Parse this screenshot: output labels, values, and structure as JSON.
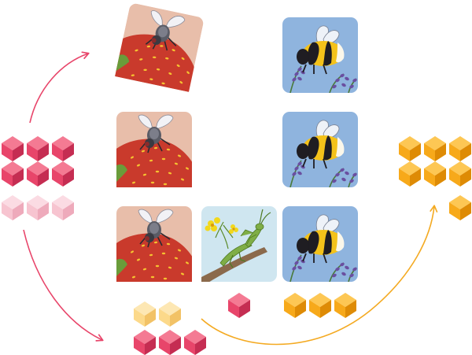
{
  "colors": {
    "pink_cube": "#e8456a",
    "pink_cube_top": "#f47a93",
    "pink_cube_side": "#c52d52",
    "light_pink_cube": "#f7c4d0",
    "light_pink_cube_top": "#fbdbe3",
    "light_pink_cube_side": "#eeaabb",
    "orange_cube": "#f7a91a",
    "orange_cube_top": "#fdc754",
    "orange_cube_side": "#de8b05",
    "pale_orange_cube": "#fcd98a",
    "pale_orange_cube_top": "#fde7b3",
    "pale_orange_cube_side": "#f2c266",
    "pink_arrow": "#e8456a",
    "orange_arrow": "#f4aa22",
    "fly_card_bg": "#e8beaa",
    "strawberry_red": "#c93a2c",
    "strawberry_seed": "#f5c230",
    "bee_card_bg": "#8fb4de",
    "lavender": "#6a4fa0",
    "mantis_card_bg": "#cfe6f0",
    "mantis_green": "#7fae46",
    "flower_yellow": "#f2d81c"
  },
  "cards": [
    {
      "name": "fly-on-strawberry-card-tilted",
      "icon": "fly-icon"
    },
    {
      "name": "bumblebee-on-lavender-card-top",
      "icon": "bumblebee-icon"
    },
    {
      "name": "fly-on-strawberry-card-middle",
      "icon": "fly-icon"
    },
    {
      "name": "bumblebee-on-lavender-card-middle",
      "icon": "bumblebee-icon"
    },
    {
      "name": "fly-on-strawberry-card-bottom",
      "icon": "fly-icon"
    },
    {
      "name": "mantis-on-flower-card",
      "icon": "mantis-icon"
    },
    {
      "name": "bumblebee-on-lavender-card-bottom",
      "icon": "bumblebee-icon"
    }
  ],
  "cube_groups": {
    "left_pool": {
      "solid": 6,
      "faded": 3
    },
    "right_pool": {
      "solid": 7
    },
    "bottom_pool": {
      "faded": 2,
      "solid": 3
    },
    "mantis_cost": {
      "solid": 1
    },
    "bee_cost": {
      "solid": 3
    }
  }
}
